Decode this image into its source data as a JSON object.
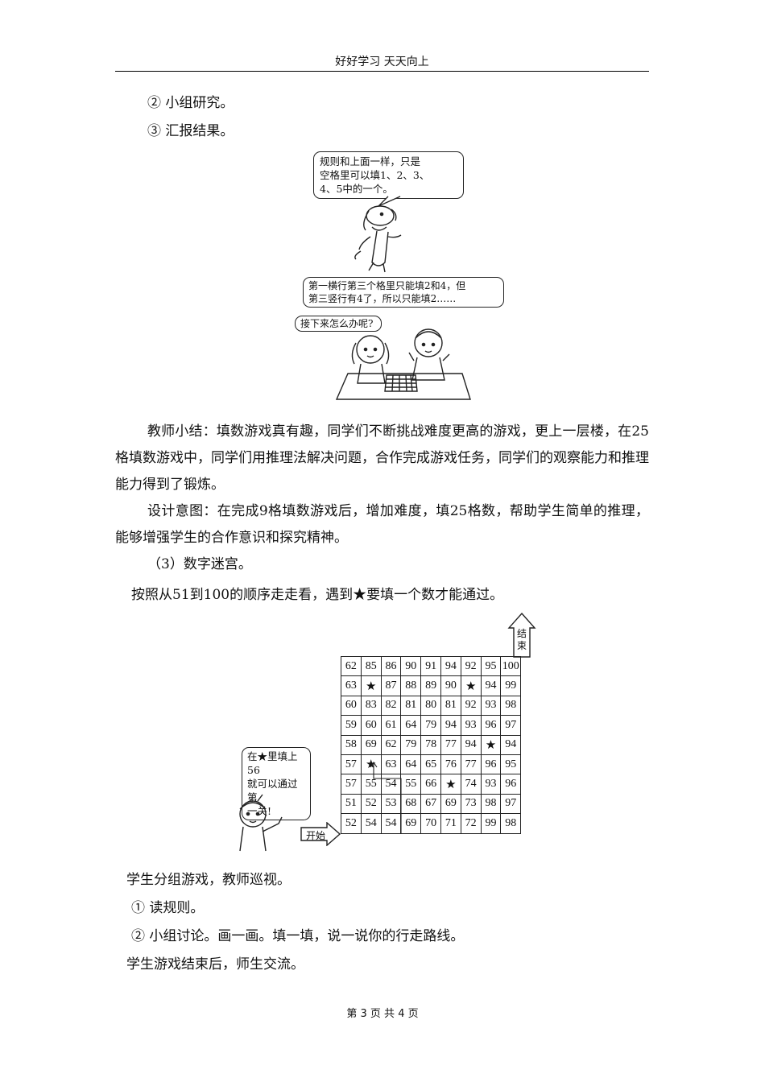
{
  "header": {
    "title": "好好学习  天天向上"
  },
  "lines": {
    "step2": "② 小组研究。",
    "step3": "③ 汇报结果。"
  },
  "illustration1": {
    "dog_bubble": [
      "规则和上面一样，只是",
      "空格里可以填1、2、3、",
      "4、5中的一个。"
    ],
    "boy_bubble": [
      "第一横行第三个格里只能填2和4，但",
      "第三竖行有4了，所以只能填2……"
    ],
    "girl_bubble": "接下来怎么办呢?"
  },
  "paragraphs": {
    "summary": "教师小结：填数游戏真有趣，同学们不断挑战难度更高的游戏，更上一层楼，在25格填数游戏中，同学们用推理法解决问题，合作完成游戏任务，同学们的观察能力和推理能力得到了锻炼。",
    "design": "设计意图：在完成9格填数游戏后，增加难度，填25格数，帮助学生简单的推理，能够增强学生的合作意识和探究精神。"
  },
  "section3": {
    "title": "（3）数字迷宫。",
    "instruction": "按照从51到100的顺序走走看，遇到★要填一个数才能通过。"
  },
  "maze": {
    "end_label": [
      "结",
      "束"
    ],
    "start_label": "开始",
    "kid_bubble": [
      "在★里填上56",
      "就可以通过第",
      "一关!"
    ],
    "rows": [
      [
        "62",
        "85",
        "86",
        "90",
        "91",
        "94",
        "92",
        "95",
        "100"
      ],
      [
        "63",
        "★",
        "87",
        "88",
        "89",
        "90",
        "★",
        "94",
        "99"
      ],
      [
        "60",
        "83",
        "82",
        "81",
        "80",
        "81",
        "92",
        "93",
        "98"
      ],
      [
        "59",
        "60",
        "61",
        "64",
        "79",
        "94",
        "93",
        "96",
        "97"
      ],
      [
        "58",
        "69",
        "62",
        "79",
        "78",
        "77",
        "94",
        "★",
        "94"
      ],
      [
        "57",
        "★",
        "63",
        "64",
        "65",
        "76",
        "77",
        "96",
        "95"
      ],
      [
        "57",
        "55",
        "54",
        "55",
        "66",
        "★",
        "74",
        "93",
        "96"
      ],
      [
        "51",
        "52",
        "53",
        "68",
        "67",
        "69",
        "73",
        "98",
        "97"
      ],
      [
        "52",
        "54",
        "54",
        "69",
        "70",
        "71",
        "72",
        "99",
        "98"
      ]
    ]
  },
  "after": {
    "group": "学生分组游戏，教师巡视。",
    "read": "① 读规则。",
    "discuss": "② 小组讨论。画一画。填一填，说一说你的行走路线。",
    "end": "学生游戏结束后，师生交流。"
  },
  "footer": {
    "page": "第 3 页 共 4 页"
  }
}
